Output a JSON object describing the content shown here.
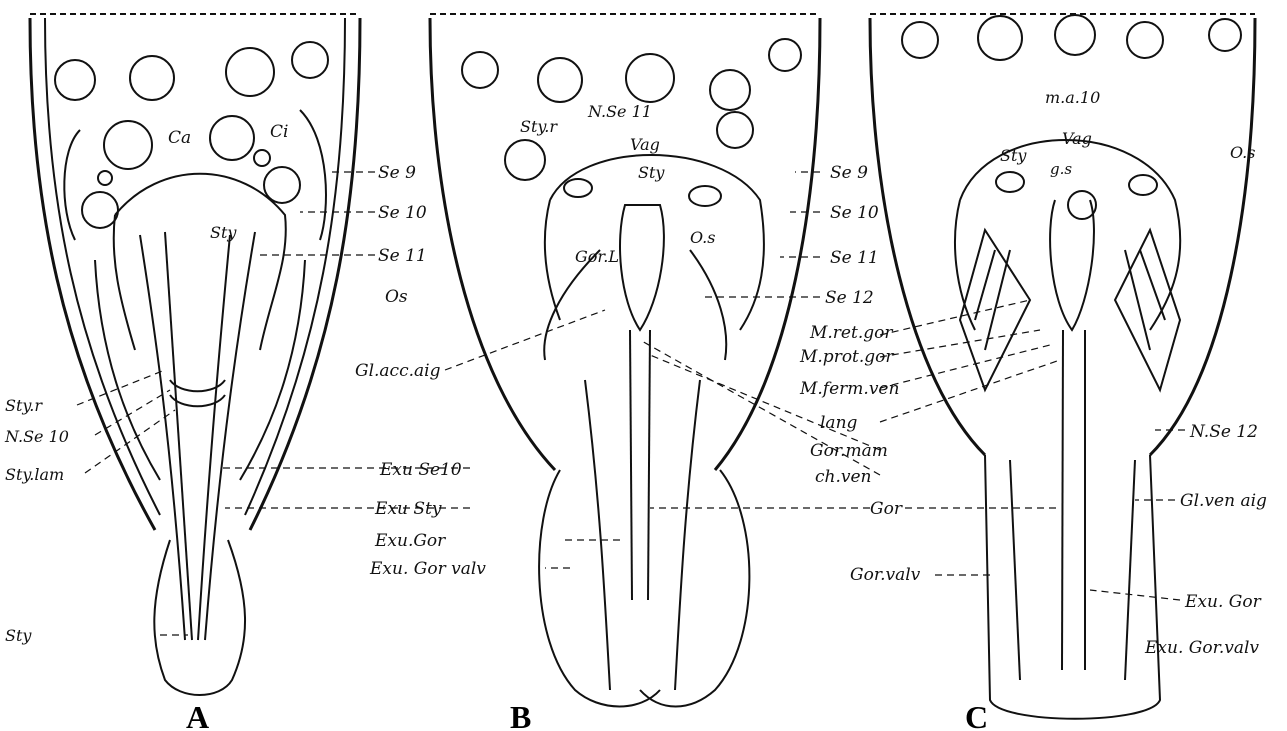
{
  "panels": [
    {
      "letter": "A"
    },
    {
      "letter": "B"
    },
    {
      "letter": "C"
    }
  ],
  "labels": {
    "ca": "Ca",
    "ci": "Ci",
    "sty_a_top": "Sty",
    "sty_r_a": "Sty.r",
    "n_se10": "N.Se 10",
    "sty_lam": "Sty.lam",
    "sty_a_bottom": "Sty",
    "se9_ab": "Se 9",
    "se10_ab": "Se 10",
    "se11_ab": "Se 11",
    "os_ab": "Os",
    "gl_acc_aig": "Gl.acc.aig",
    "exu_se10": "Exu  Se10",
    "exu_sty": "Exu  Sty",
    "exu_gor": "Exu.Gor",
    "exu_gor_valv": "Exu. Gor valv",
    "sty_r_b": "Sty.r",
    "n_se11": "N.Se 11",
    "vag_b": "Vag",
    "sty_b": "Sty",
    "gor_l": "Gor.L",
    "os_b": "O.s",
    "se9_bc": "Se 9",
    "se10_bc": "Se 10",
    "se11_bc": "Se 11",
    "se12": "Se 12",
    "m_ret_gor": "M.ret.gor",
    "m_prot_gor": "M.prot.gor",
    "m_ferm_ven": "M.ferm.ven",
    "lang": "lang",
    "gor_mam": "Gor.mam",
    "ch_ven": "ch.ven",
    "gor": "Gor",
    "gor_valv": "Gor.valv",
    "m_a10": "m.a.10",
    "vag_c": "Vag",
    "sty_c": "Sty",
    "g_s": "g.s",
    "os_c": "O.s",
    "n_se12": "N.Se 12",
    "gl_ven_aig": "Gl.ven aig",
    "exu_gor_c": "Exu. Gor",
    "exu_gor_valv_c": "Exu. Gor.valv"
  }
}
